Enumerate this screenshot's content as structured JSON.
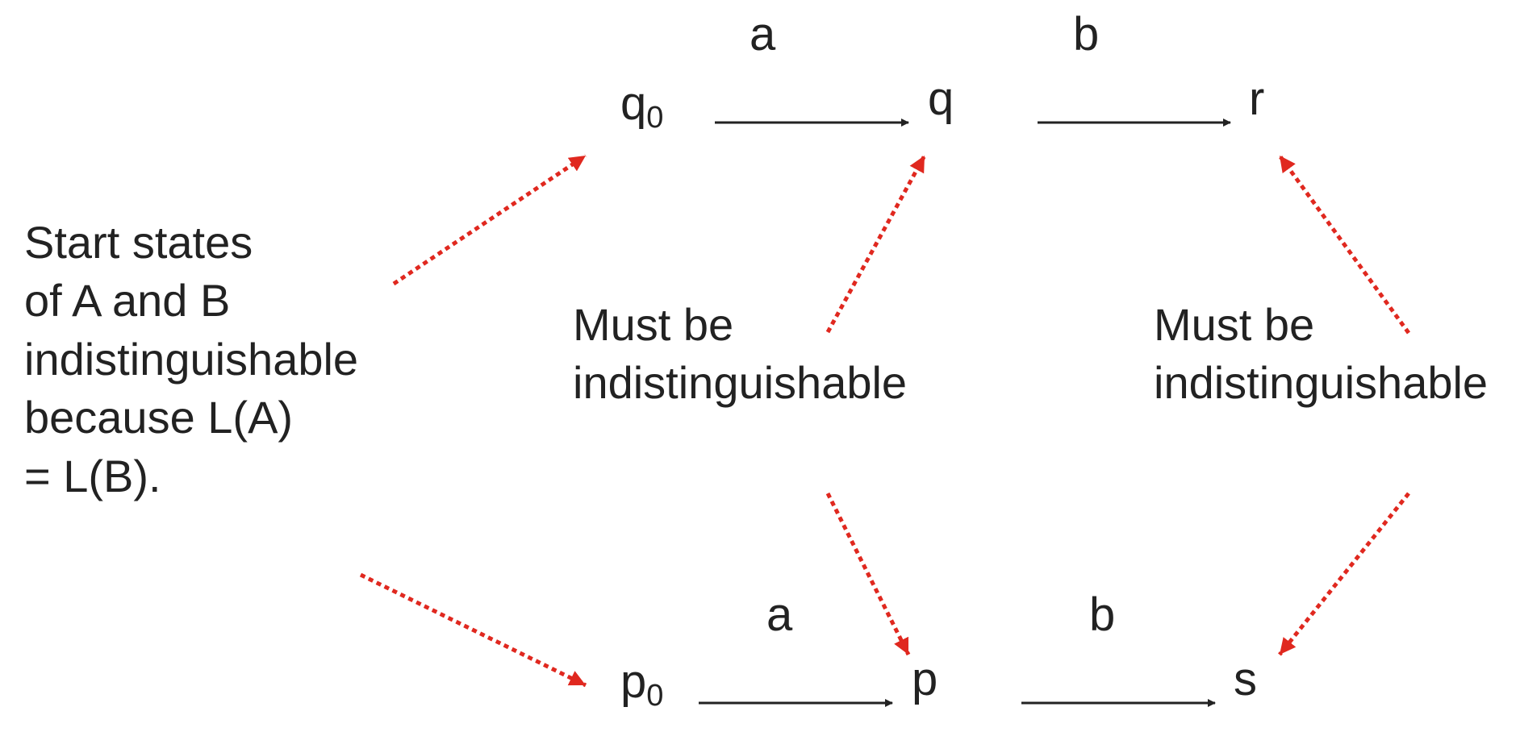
{
  "states": {
    "q0": {
      "base": "q",
      "sub": "0"
    },
    "q": {
      "base": "q"
    },
    "r": {
      "base": "r"
    },
    "p0": {
      "base": "p",
      "sub": "0"
    },
    "p": {
      "base": "p"
    },
    "s": {
      "base": "s"
    }
  },
  "transitions": {
    "top_a": "a",
    "top_b": "b",
    "bottom_a": "a",
    "bottom_b": "b"
  },
  "notes": {
    "start_states": [
      "Start states",
      "of A and B",
      "indistinguishable",
      "because L(A)",
      "= L(B)."
    ],
    "middle": [
      "Must be",
      "indistinguishable"
    ],
    "right": [
      "Must be",
      "indistinguishable"
    ]
  },
  "colors": {
    "text": "#222222",
    "dotted_arrow": "#e0281f"
  }
}
